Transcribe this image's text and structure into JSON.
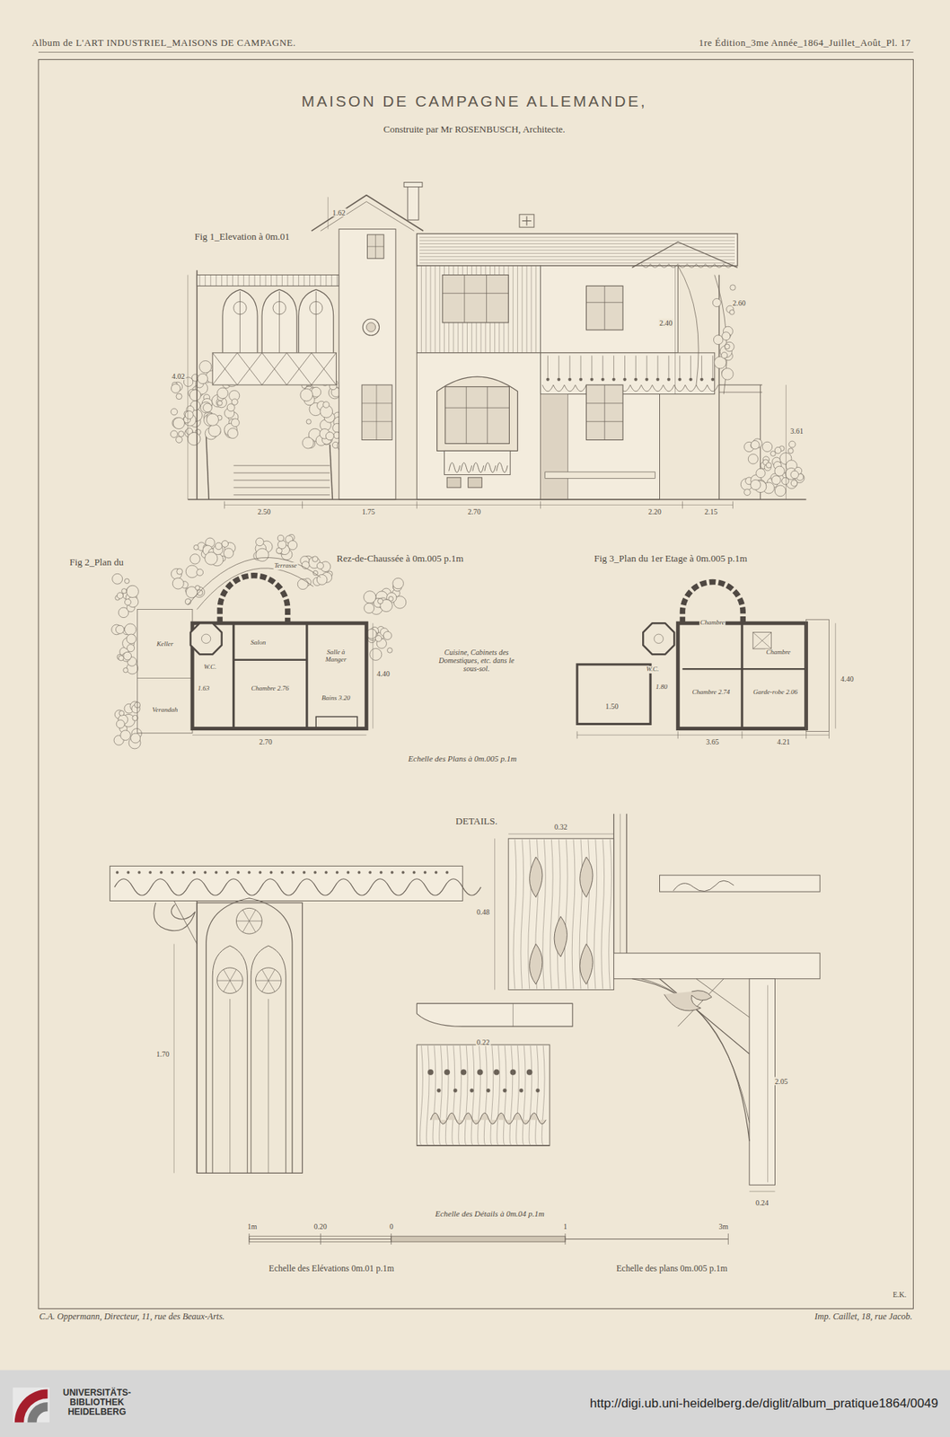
{
  "diagram": {
    "title": "MAISON DE CAMPAGNE ALLEMANDE,",
    "labels": [
      "Album de L'ART INDUSTRIEL_MAISONS DE CAMPAGNE.",
      "1re Édition_3me Année_1864_Juillet_Août_Pl. 17",
      "Construite par Mr ROSENBUSCH, Architecte.",
      "Fig 1_Elevation à 0m.01",
      "2.50",
      "1.75",
      "2.70",
      "2.20",
      "2.15",
      "1.62",
      "4.02",
      "2.40",
      "2.60",
      "3.61",
      "Fig 2_Plan du",
      "Rez-de-Chaussée à 0m.005 p.1m",
      "Terrasse",
      "Salon",
      "Salle à Manger",
      "Chambre 2.76",
      "Keller",
      "Verandah",
      "W.C.",
      "1.63",
      "2.70",
      "4.40",
      "Bains 3.20",
      "Cuisine, Cabinets des Domestiques, etc. dans le sous-sol.",
      "Fig 3_Plan du 1er Etage à 0m.005 p.1m",
      "Chambre",
      "Chambre",
      "Chambre 2.74",
      "Garde-robe 2.06",
      "W.C.",
      "1.80",
      "1.50",
      "3.65",
      "4.21",
      "4.40",
      "Echelle des Plans à 0m.005 p.1m",
      "DETAILS.",
      "1.70",
      "0.32",
      "0.48",
      "0.22",
      "2.05",
      "0.24",
      "Echelle des Détails à 0m.04 p.1m",
      "1m",
      "0.20",
      "0",
      "1",
      "3m",
      "Echelle des Elévations 0m.01 p.1m",
      "Echelle des plans 0m.005 p.1m",
      "E.K.",
      "C.A. Oppermann, Directeur, 11, rue des Beaux-Arts.",
      "Imp. Caillet, 18, rue Jacob.",
      "UNIVERSITÄTS- BIBLIOTHEK HEIDELBERG",
      "http://digi.ub.uni-heidelberg.de/diglit/album_pratique1864/0049"
    ]
  }
}
